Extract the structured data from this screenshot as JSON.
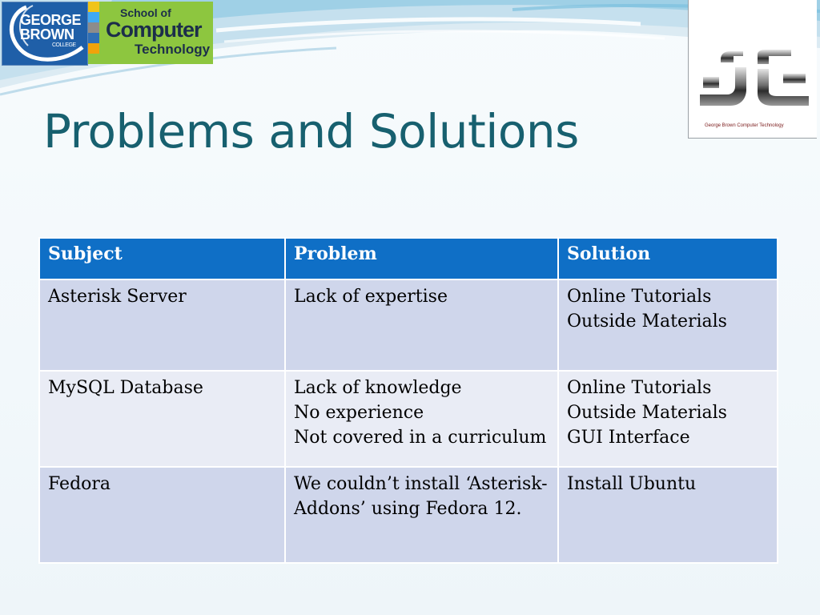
{
  "slide": {
    "title": "Problems and Solutions"
  },
  "logos": {
    "george_brown": {
      "line1": "GEORGE",
      "line2": "BROWN",
      "line3": "COLLEGE"
    },
    "school": {
      "line1": "School of",
      "line2": "Computer",
      "line3": "Technology"
    },
    "right_logo": {
      "caption": "George Brown Computer Technology"
    }
  },
  "colors": {
    "title": "#17606f",
    "header_bg": "#0f6fc6",
    "row_odd_bg": "#cfd6eb",
    "row_even_bg": "#e9ecf5"
  },
  "table": {
    "headers": [
      "Subject",
      "Problem",
      "Solution"
    ],
    "rows": [
      {
        "subject": [
          "Asterisk Server"
        ],
        "problem": [
          "Lack of expertise"
        ],
        "solution": [
          "Online Tutorials",
          "Outside Materials"
        ]
      },
      {
        "subject": [
          "MySQL Database"
        ],
        "problem": [
          "Lack of knowledge",
          "No experience",
          "Not covered in a curriculum"
        ],
        "solution": [
          "Online Tutorials",
          "Outside Materials",
          "GUI Interface"
        ]
      },
      {
        "subject": [
          "Fedora"
        ],
        "problem": [
          "We couldn’t install ‘Asterisk-Addons’ using Fedora 12."
        ],
        "solution": [
          "Install Ubuntu"
        ]
      }
    ]
  }
}
